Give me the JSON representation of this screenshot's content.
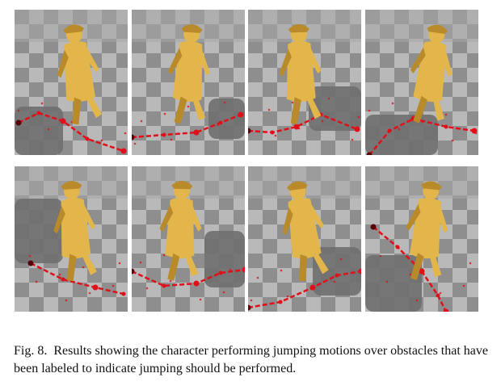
{
  "figure": {
    "panels": [
      {
        "id": "r1c1",
        "row": 1,
        "col": 1
      },
      {
        "id": "r1c2",
        "row": 1,
        "col": 2
      },
      {
        "id": "r1c3",
        "row": 1,
        "col": 3
      },
      {
        "id": "r1c4",
        "row": 1,
        "col": 4
      },
      {
        "id": "r2c1",
        "row": 2,
        "col": 1
      },
      {
        "id": "r2c2",
        "row": 2,
        "col": 2
      },
      {
        "id": "r2c3",
        "row": 2,
        "col": 3
      },
      {
        "id": "r2c4",
        "row": 2,
        "col": 4
      }
    ],
    "colors": {
      "floor_light": "#b9b9b9",
      "floor_dark": "#8e8e8e",
      "obstacle": "#6f6f6f",
      "character": "#e2b64a",
      "character_shadow": "#b88a2a",
      "trajectory": "#e0101a",
      "trajectory_dark": "#5a0008"
    }
  },
  "caption": {
    "label": "Fig. 8.",
    "text": "Results showing the character performing jumping motions over obstacles that have been labeled to indicate jumping should be performed."
  }
}
